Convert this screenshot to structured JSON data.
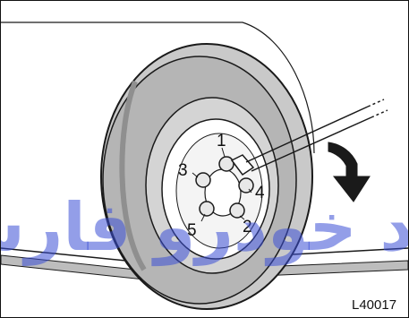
{
  "labels": {
    "nut_1": "1",
    "nut_2": "2",
    "nut_3": "3",
    "nut_4": "4",
    "nut_5": "5"
  },
  "figure_code": "L40017",
  "watermark": {
    "text": "راد خودرو فارس",
    "color": "#3b4fd6"
  },
  "colors": {
    "tire": "#c9c9c9",
    "tire_dark": "#a9a9a9",
    "outline": "#1a1a1a"
  }
}
